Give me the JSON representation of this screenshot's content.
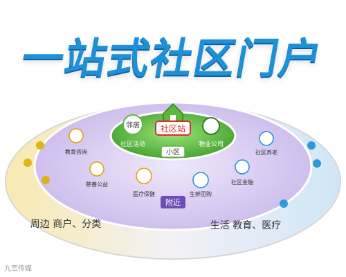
{
  "title": "一站式社区门户",
  "center": {
    "badge": "社区站",
    "neighbors": "邻居",
    "community_activity": "社区活动",
    "property_company": "物业公司",
    "small_district": "小区"
  },
  "middle_ring": {
    "nearby": "附近",
    "items": [
      {
        "label": "教育咨询",
        "icon": "education-icon"
      },
      {
        "label": "慈善公益",
        "icon": "charity-icon"
      },
      {
        "label": "医疗保健",
        "icon": "medical-icon"
      },
      {
        "label": "生鲜团购",
        "icon": "grocery-basket-icon"
      },
      {
        "label": "社区金融",
        "icon": "finance-icon"
      },
      {
        "label": "社区养老",
        "icon": "elderly-care-icon"
      }
    ]
  },
  "outer_ring": {
    "left_label": "周边 商户、分类",
    "right_label": "生活 教育、医疗"
  },
  "watermark": "九峦传媒",
  "colors": {
    "title_blue": "#1e90d8",
    "green": "#5cb83a",
    "red": "#e02a2a",
    "purple": "#c9b8e8",
    "yellow": "#f7e7a6",
    "light_blue": "#cfe6f6"
  }
}
